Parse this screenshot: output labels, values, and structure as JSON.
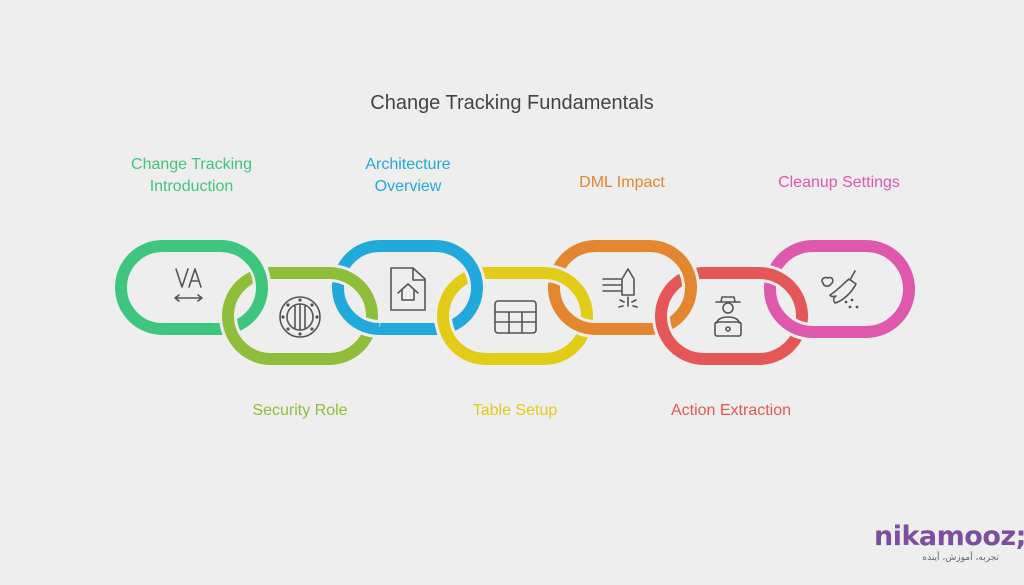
{
  "title": "Change Tracking Fundamentals",
  "steps": [
    {
      "label_line1": "Change Tracking",
      "label_line2": "Introduction",
      "color": "#3ec67f",
      "icon": "text-width-icon",
      "position": "top"
    },
    {
      "label_line1": "Security Role",
      "label_line2": "",
      "color": "#8fbe3a",
      "icon": "vault-door-icon",
      "position": "bottom"
    },
    {
      "label_line1": "Architecture",
      "label_line2": "Overview",
      "color": "#22a9dc",
      "icon": "file-upload-icon",
      "position": "top"
    },
    {
      "label_line1": "Table Setup",
      "label_line2": "",
      "color": "#e2cc17",
      "icon": "table-icon",
      "position": "bottom"
    },
    {
      "label_line1": "DML Impact",
      "label_line2": "",
      "color": "#e2862f",
      "icon": "bullet-impact-icon",
      "position": "top"
    },
    {
      "label_line1": "Action Extraction",
      "label_line2": "",
      "color": "#e55756",
      "icon": "hacker-laptop-icon",
      "position": "bottom"
    },
    {
      "label_line1": "Cleanup Settings",
      "label_line2": "",
      "color": "#de58ad",
      "icon": "broom-icon",
      "position": "top"
    }
  ],
  "logo": {
    "name": "nikamooz;",
    "tagline": "تجربه، آموزش، آینده"
  }
}
